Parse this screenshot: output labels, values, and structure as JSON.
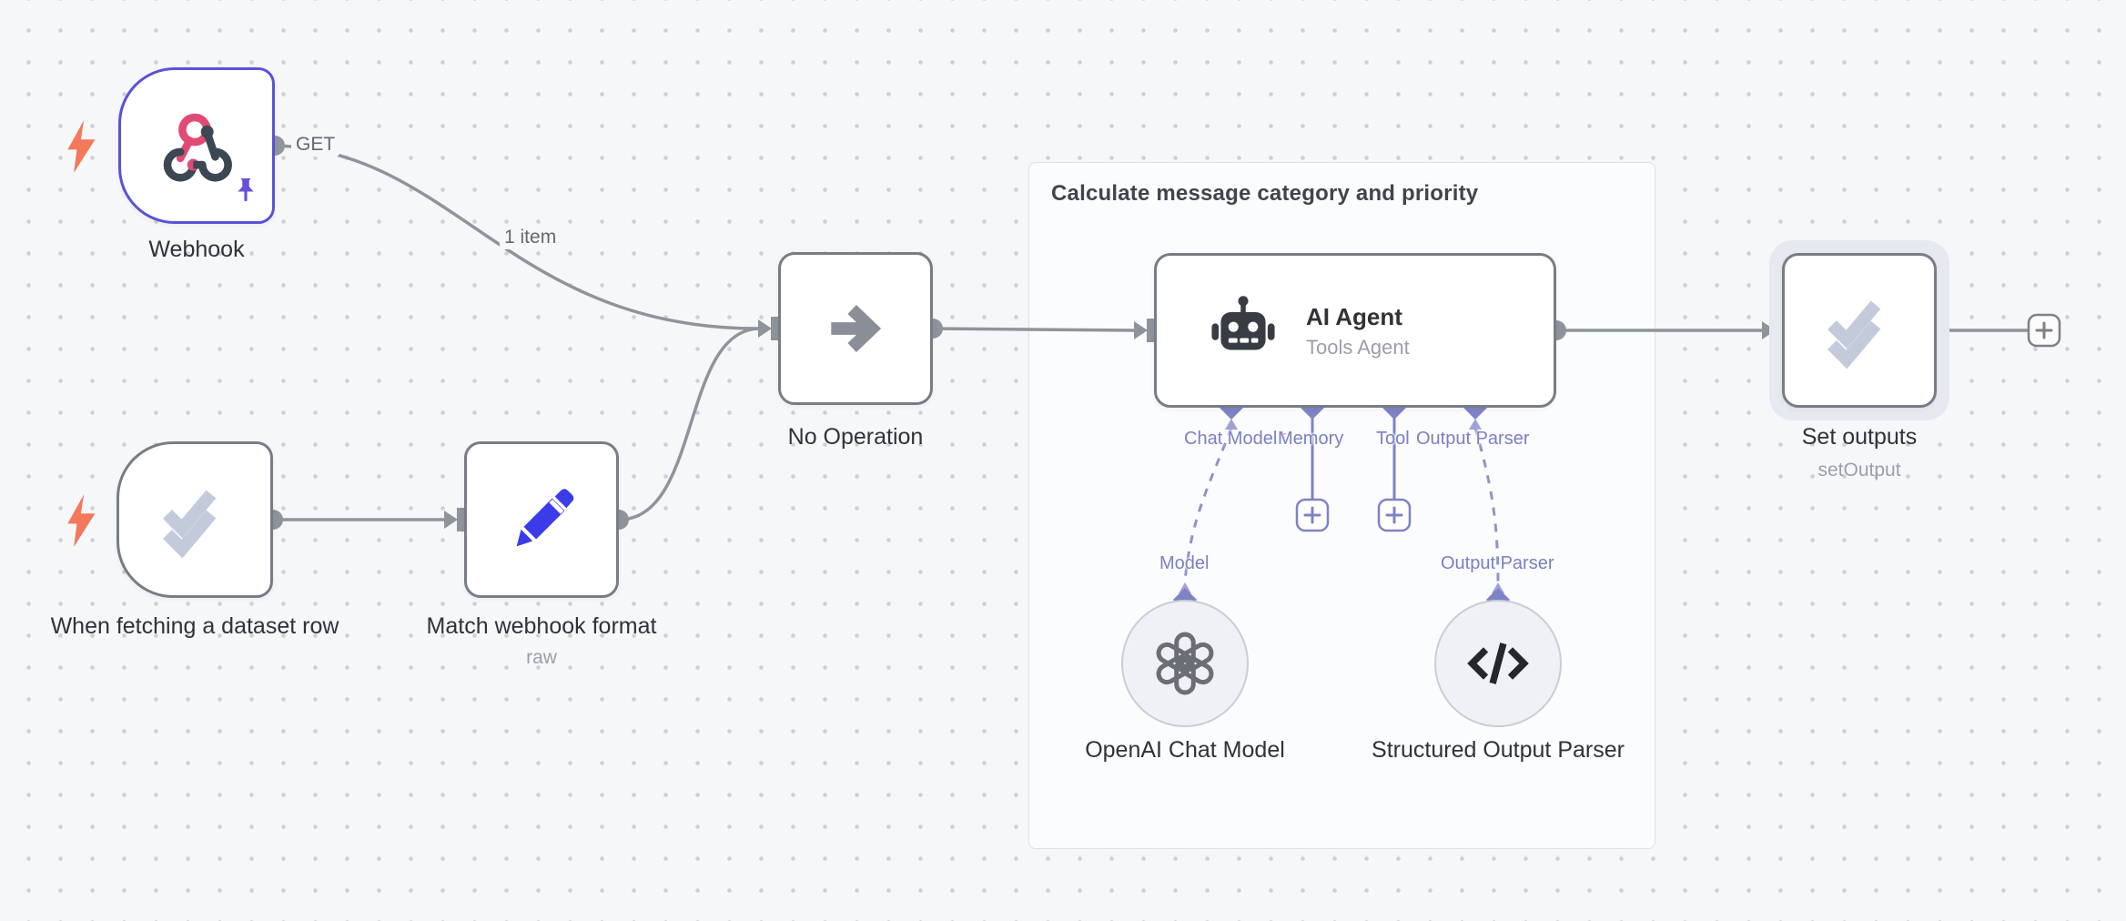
{
  "group": {
    "title": "Calculate message category and priority"
  },
  "edge_labels": {
    "get": "GET",
    "one_item": "1 item"
  },
  "nodes": {
    "webhook": {
      "label": "Webhook"
    },
    "when_fetching": {
      "label": "When fetching a dataset row"
    },
    "match": {
      "label": "Match webhook format",
      "subtitle": "raw"
    },
    "noop": {
      "label": "No Operation"
    },
    "ai_agent": {
      "label": "AI Agent",
      "subtitle": "Tools Agent",
      "connectors": {
        "chat_model": "Chat Model",
        "required_marker": "*",
        "memory": "Memory",
        "tool": "Tool",
        "output_parser": "Output Parser"
      },
      "sub_labels": {
        "model": "Model",
        "output_parser": "Output Parser"
      }
    },
    "openai": {
      "label": "OpenAI Chat Model"
    },
    "structured": {
      "label": "Structured Output Parser"
    },
    "set_outputs": {
      "label": "Set outputs",
      "subtitle": "setOutput"
    }
  },
  "colors": {
    "accent_indigo": "#5a52d6",
    "wire_gray": "#8f949b",
    "diamond_indigo": "#7e83c5",
    "bolt_orange": "#f2795c",
    "webhook_pink": "#e04b74",
    "icon_dark": "#3c4752",
    "pencil_blue": "#3c3bea",
    "check_gray": "#c3cbdb"
  }
}
